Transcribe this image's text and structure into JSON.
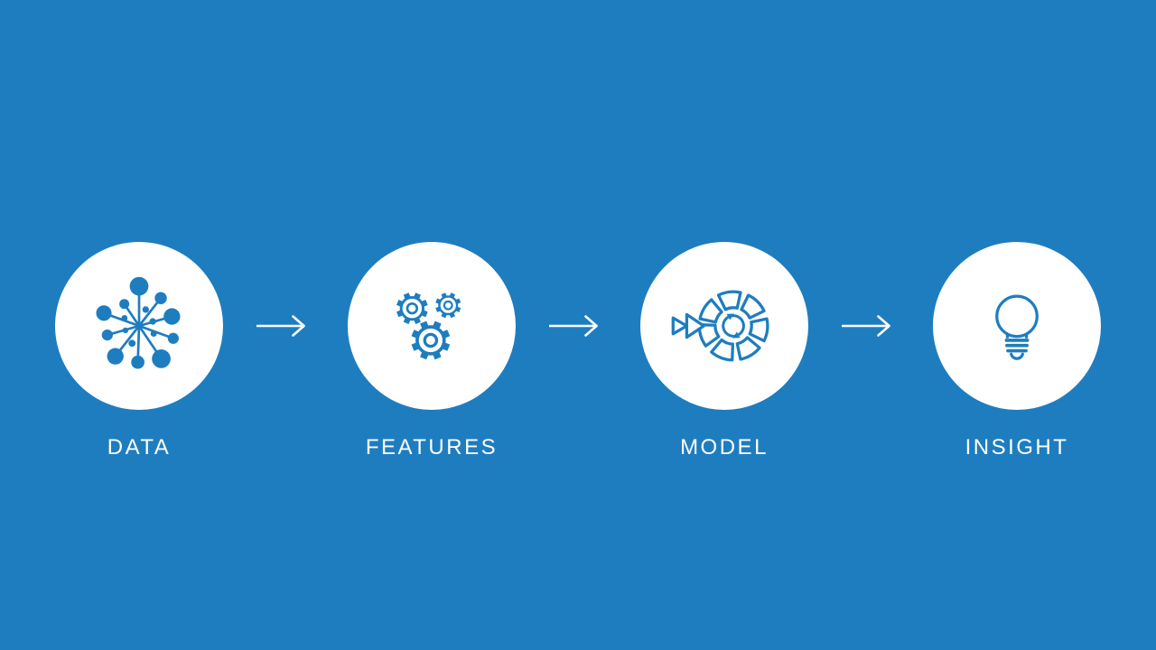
{
  "colors": {
    "background": "#1e7dbf",
    "circle_fill": "#ffffff",
    "icon_blue": "#1e7dbf",
    "label_text": "#ffffff",
    "arrow": "#ffffff"
  },
  "steps": [
    {
      "label": "DATA",
      "icon": "data-network-icon"
    },
    {
      "label": "FEATURES",
      "icon": "gears-icon"
    },
    {
      "label": "MODEL",
      "icon": "model-iteration-icon"
    },
    {
      "label": "INSIGHT",
      "icon": "lightbulb-icon"
    }
  ]
}
